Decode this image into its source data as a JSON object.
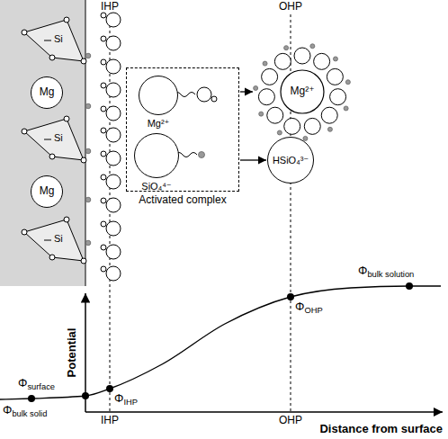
{
  "diagram": {
    "nodes": [
      {
        "text": [
          "Si"
        ]
      },
      {
        "text": [
          "Mg"
        ]
      },
      {
        "text": [
          "Si"
        ]
      },
      {
        "text": [
          "Mg"
        ]
      },
      {
        "text": [
          "Si"
        ]
      },
      {
        "text": [
          "Activated complex"
        ]
      },
      {
        "text": [
          "Mg²⁺"
        ],
        "in": 5
      },
      {
        "text": [
          "SiO₄⁴⁻"
        ],
        "in": 5
      },
      {
        "text": [
          "Mg²⁺"
        ]
      },
      {
        "text": [
          "HSiO₄³⁻"
        ]
      }
    ],
    "edges": [
      {
        "from": 5,
        "to": 8,
        "arrow": "to"
      },
      {
        "from": 5,
        "to": 9,
        "arrow": "to"
      }
    ],
    "labels": [
      "IHP",
      "OHP",
      "Potential",
      "IHP",
      "OHP",
      "Distance from surface",
      "Φbulk solid",
      "Φsurface",
      "ΦIHP",
      "ΦOHP",
      "Φbulk solution"
    ]
  }
}
